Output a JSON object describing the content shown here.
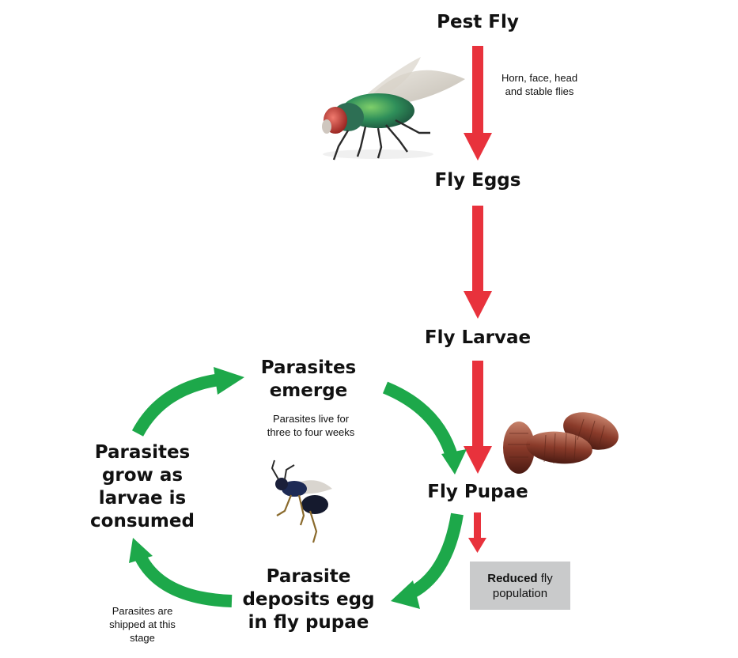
{
  "linear": {
    "pest_fly": "Pest Fly",
    "pest_fly_note": [
      "Horn, face, head",
      "and stable flies"
    ],
    "fly_eggs": "Fly Eggs",
    "fly_larvae": "Fly Larvae",
    "fly_pupae": "Fly Pupae"
  },
  "cycle": {
    "emerge": [
      "Parasites",
      "emerge"
    ],
    "emerge_note": [
      "Parasites live for",
      "three to four weeks"
    ],
    "grow": [
      "Parasites",
      "grow as",
      "larvae is",
      "consumed"
    ],
    "deposit": [
      "Parasite",
      "deposits egg",
      "in fly pupae"
    ],
    "shipped_note": [
      "Parasites are",
      "shipped at this",
      "stage"
    ]
  },
  "outcome": {
    "bold": "Reduced",
    "rest": "fly",
    "line2": "population"
  },
  "colors": {
    "red_arrow": "#e8323c",
    "green_arrow": "#1da84a",
    "box": "#c9cacb"
  },
  "icons": [
    "fly-photo",
    "wasp-photo",
    "pupae-photo"
  ]
}
